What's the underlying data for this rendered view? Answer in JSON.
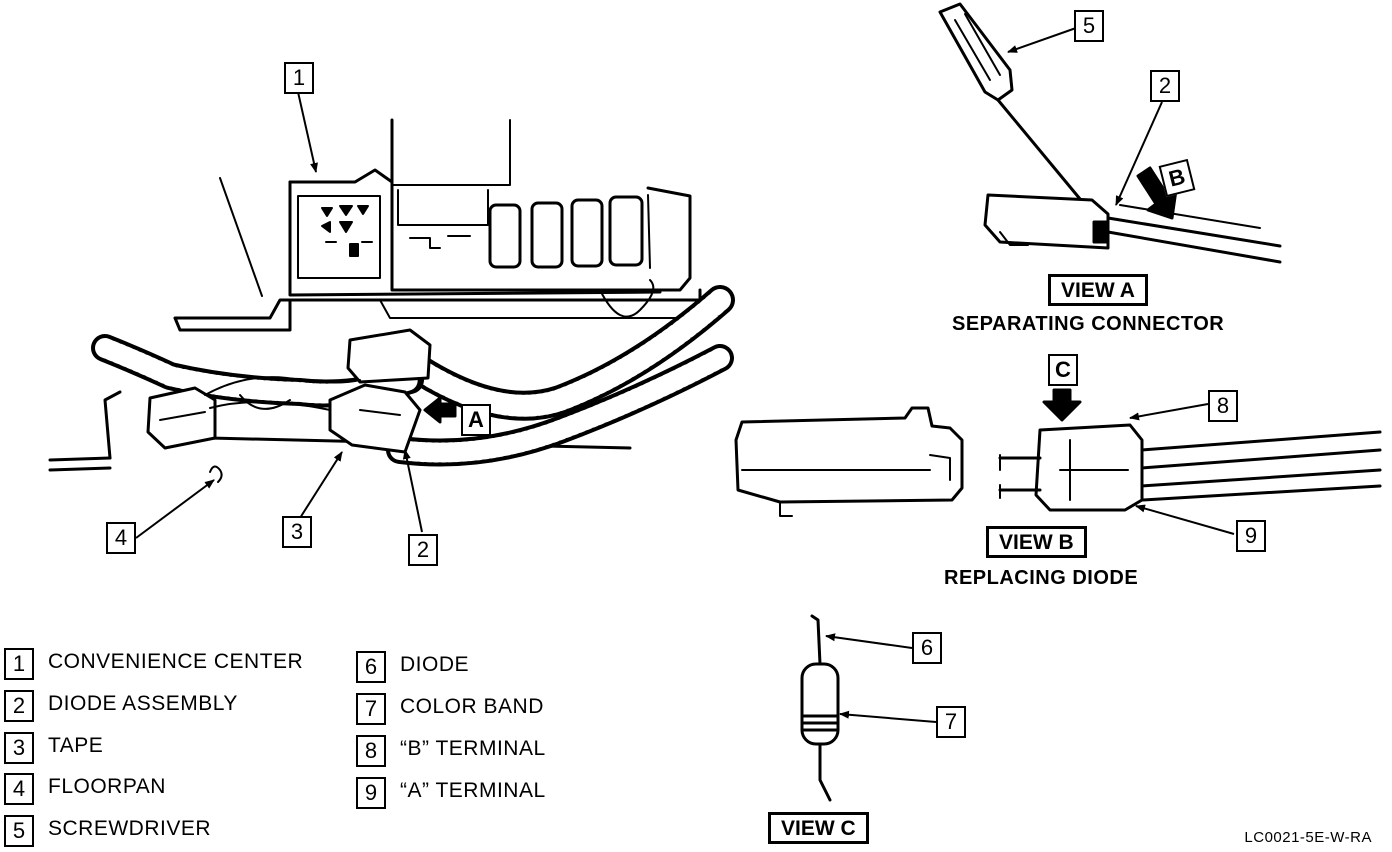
{
  "callouts": {
    "main": [
      "1",
      "4",
      "3",
      "2"
    ],
    "view_a": [
      "5",
      "2"
    ],
    "view_b": [
      "8",
      "9"
    ],
    "view_c": [
      "6",
      "7"
    ]
  },
  "arrow_labels": {
    "a": "A",
    "b": "B",
    "c": "C"
  },
  "views": {
    "a": {
      "title": "VIEW A",
      "caption": "SEPARATING CONNECTOR"
    },
    "b": {
      "title": "VIEW B",
      "caption": "REPLACING DIODE"
    },
    "c": {
      "title": "VIEW C"
    }
  },
  "legend": [
    {
      "num": "1",
      "label": "CONVENIENCE CENTER"
    },
    {
      "num": "2",
      "label": "DIODE ASSEMBLY"
    },
    {
      "num": "3",
      "label": "TAPE"
    },
    {
      "num": "4",
      "label": "FLOORPAN"
    },
    {
      "num": "5",
      "label": "SCREWDRIVER"
    },
    {
      "num": "6",
      "label": "DIODE"
    },
    {
      "num": "7",
      "label": "COLOR BAND"
    },
    {
      "num": "8",
      "label": "“B” TERMINAL"
    },
    {
      "num": "9",
      "label": "“A” TERMINAL"
    }
  ],
  "figure_code": "LC0021-5E-W-RA"
}
